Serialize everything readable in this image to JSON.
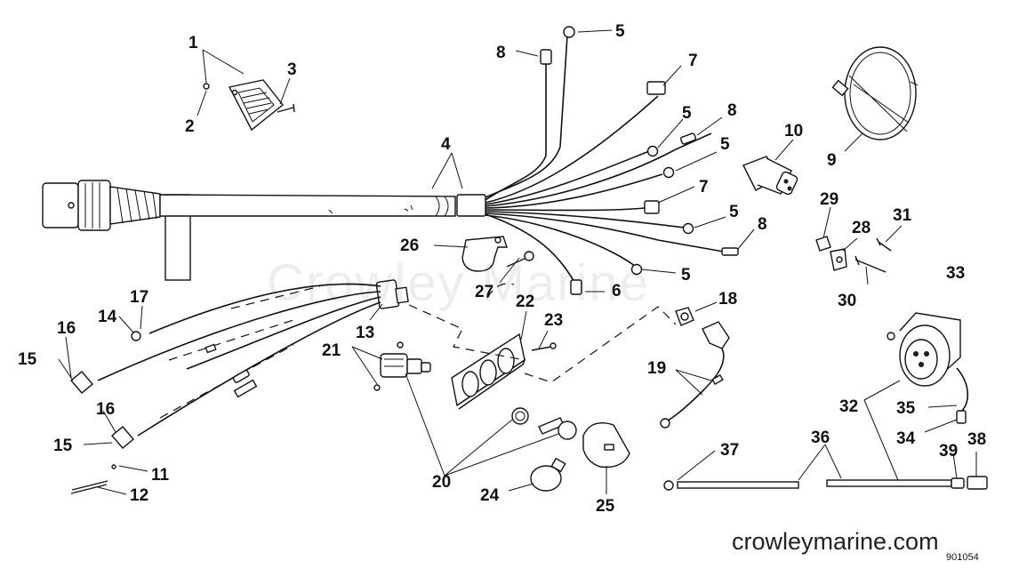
{
  "diagram": {
    "watermark": "Crowley Marine",
    "website": "crowleymarine.com",
    "drawing_code": "901054"
  },
  "callouts": {
    "c1": "1",
    "c2": "2",
    "c3": "3",
    "c4": "4",
    "c5a": "5",
    "c5b": "5",
    "c5c": "5",
    "c5d": "5",
    "c5e": "5",
    "c6": "6",
    "c7a": "7",
    "c7b": "7",
    "c8a": "8",
    "c8b": "8",
    "c8c": "8",
    "c9": "9",
    "c10": "10",
    "c11": "11",
    "c12": "12",
    "c13": "13",
    "c14": "14",
    "c15a": "15",
    "c15b": "15",
    "c16a": "16",
    "c16b": "16",
    "c17": "17",
    "c18": "18",
    "c19": "19",
    "c20": "20",
    "c21": "21",
    "c22": "22",
    "c23": "23",
    "c24": "24",
    "c25": "25",
    "c26": "26",
    "c27": "27",
    "c28": "28",
    "c29": "29",
    "c30": "30",
    "c31": "31",
    "c32": "32",
    "c33": "33",
    "c34": "34",
    "c35": "35",
    "c36": "36",
    "c37": "37",
    "c38": "38",
    "c39": "39"
  }
}
